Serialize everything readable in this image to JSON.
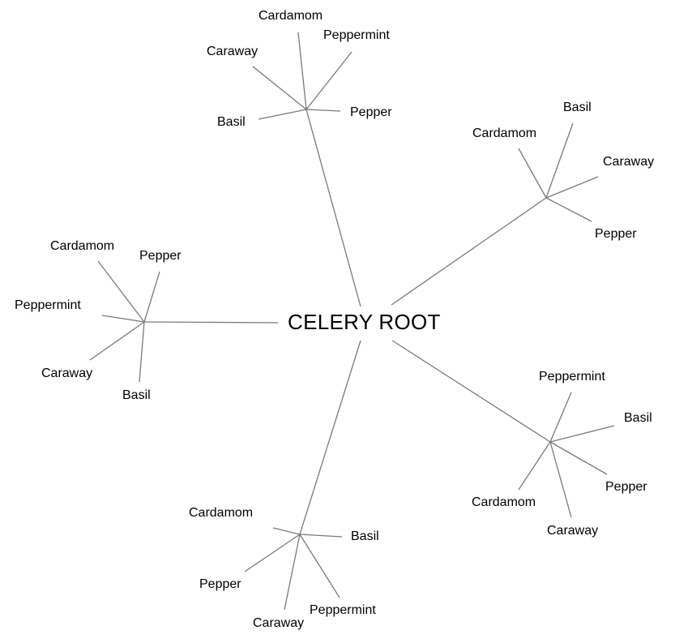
{
  "diagram": {
    "type": "radial-tree",
    "root": {
      "label": "CELERY ROOT"
    },
    "colors": {
      "edge": "#7a7a7a",
      "text": "#000000",
      "background": "#ffffff"
    },
    "branches": [
      {
        "id": "top",
        "children": [
          "Cardamom",
          "Peppermint",
          "Caraway",
          "Pepper",
          "Basil"
        ]
      },
      {
        "id": "top-right",
        "children": [
          "Basil",
          "Cardamom",
          "Caraway",
          "Pepper"
        ]
      },
      {
        "id": "left",
        "children": [
          "Cardamom",
          "Pepper",
          "Peppermint",
          "Caraway",
          "Basil"
        ]
      },
      {
        "id": "bottom-right",
        "children": [
          "Peppermint",
          "Basil",
          "Pepper",
          "Cardamom",
          "Caraway"
        ]
      },
      {
        "id": "bottom",
        "children": [
          "Cardamom",
          "Basil",
          "Pepper",
          "Caraway",
          "Peppermint"
        ]
      }
    ]
  }
}
